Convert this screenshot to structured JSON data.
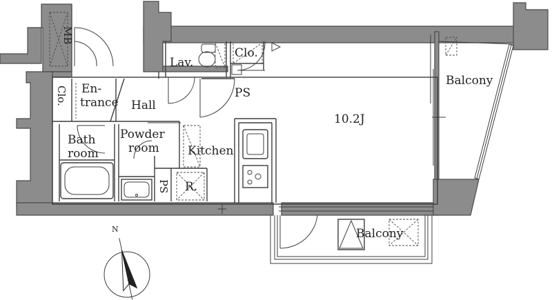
{
  "labels": {
    "mb": "MB",
    "clo_top": "Clo.",
    "lav": "Lav.",
    "ps_top": "PS",
    "clo_left": "Clo.",
    "entrance_1": "En-",
    "entrance_2": "trance",
    "hall": "Hall",
    "bath_1": "Bath",
    "bath_2": "room",
    "powder_1": "Powder",
    "powder_2": "room",
    "kitchen": "Kitchen",
    "ps_bottom": "PS",
    "refrigerator": "R.",
    "main_room": "10.2J",
    "balcony_right": "Balcony",
    "balcony_bottom": "Balcony",
    "north": "N"
  },
  "colors": {
    "wall": "#8c8c8c",
    "line": "#3c3c3c",
    "background": "#ffffff"
  },
  "compass": {
    "bearing_deg": -12
  }
}
